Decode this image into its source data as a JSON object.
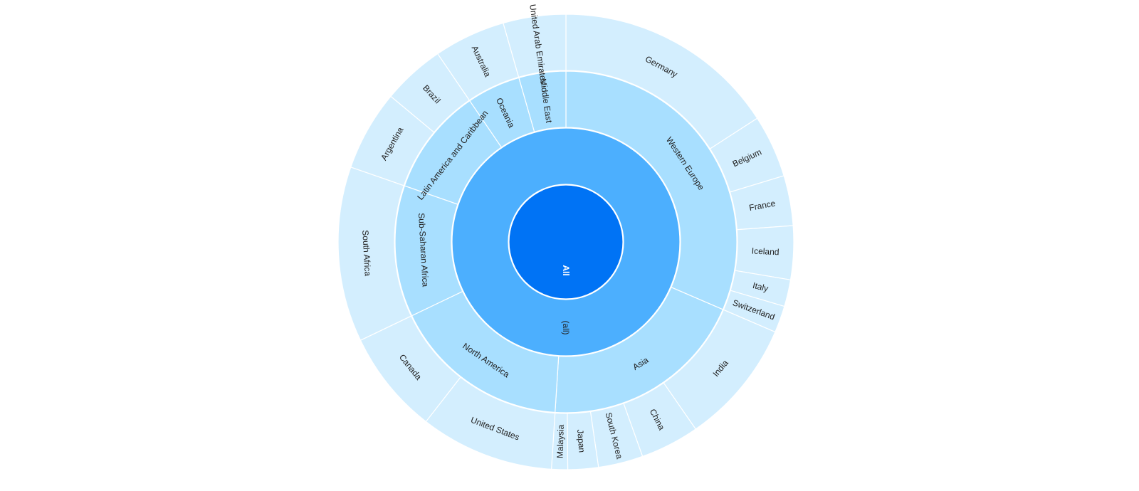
{
  "chart_data": {
    "type": "sunburst",
    "colors": {
      "level0": "#0073f5",
      "level1": "#4caffe",
      "level2": "#a8dfff",
      "level3": "#d3eefe",
      "stroke": "#ffffff",
      "label_dark": "#222222",
      "label_light": "#ffffff"
    },
    "root": {
      "label": "All",
      "children": [
        {
          "label": "(all)",
          "children": [
            {
              "label": "Western Europe",
              "children": [
                {
                  "label": "Germany",
                  "value": 12.5
                },
                {
                  "label": "Belgium",
                  "value": 3.5
                },
                {
                  "label": "France",
                  "value": 2.8
                },
                {
                  "label": "Iceland",
                  "value": 3.0
                },
                {
                  "label": "Italy",
                  "value": 1.5
                },
                {
                  "label": "Switzerland",
                  "value": 1.5
                }
              ]
            },
            {
              "label": "Asia",
              "children": [
                {
                  "label": "India",
                  "value": 7.0
                },
                {
                  "label": "China",
                  "value": 3.3
                },
                {
                  "label": "South Korea",
                  "value": 2.5
                },
                {
                  "label": "Japan",
                  "value": 1.7
                },
                {
                  "label": "Malaysia",
                  "value": 0.9
                }
              ]
            },
            {
              "label": "North America",
              "children": [
                {
                  "label": "United States",
                  "value": 7.5
                },
                {
                  "label": "Canada",
                  "value": 5.8
                }
              ]
            },
            {
              "label": "Sub-Saharan Africa",
              "children": [
                {
                  "label": "South Africa",
                  "value": 9.8
                }
              ]
            },
            {
              "label": "Latin America and Caribbean",
              "children": [
                {
                  "label": "Argentina",
                  "value": 4.5
                },
                {
                  "label": "Brazil",
                  "value": 3.5
                }
              ]
            },
            {
              "label": "Oceania",
              "children": [
                {
                  "label": "Australia",
                  "value": 4.0
                }
              ]
            },
            {
              "label": "Middle East",
              "children": [
                {
                  "label": "United Arab Emirates",
                  "value": 3.5
                }
              ]
            }
          ]
        }
      ]
    }
  }
}
